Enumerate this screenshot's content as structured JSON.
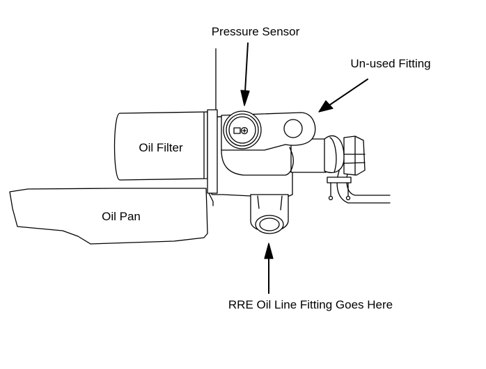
{
  "labels": {
    "pressure_sensor": "Pressure Sensor",
    "unused_fitting": "Un-used Fitting",
    "oil_filter": "Oil Filter",
    "oil_pan": "Oil Pan",
    "rre_fitting": "RRE Oil Line Fitting Goes Here"
  },
  "colors": {
    "line": "#000000",
    "background": "#ffffff"
  }
}
